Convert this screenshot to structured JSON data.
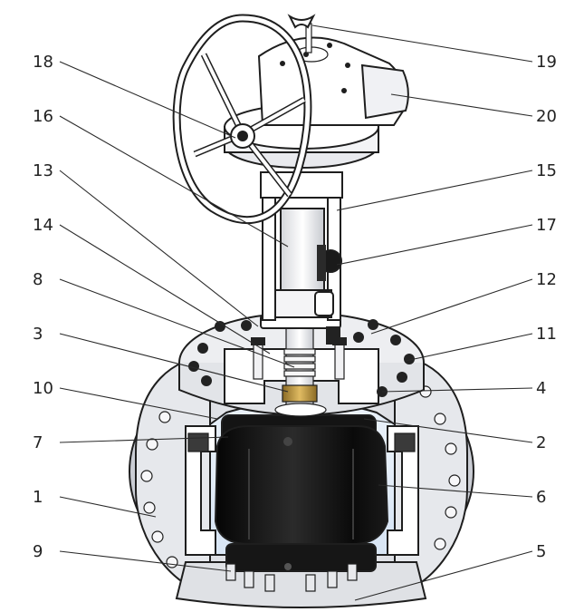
{
  "callouts": [
    {
      "id": "18",
      "label": "18"
    },
    {
      "id": "16",
      "label": "16"
    },
    {
      "id": "13",
      "label": "13"
    },
    {
      "id": "14",
      "label": "14"
    },
    {
      "id": "8",
      "label": "8"
    },
    {
      "id": "3",
      "label": "3"
    },
    {
      "id": "10",
      "label": "10"
    },
    {
      "id": "7",
      "label": "7"
    },
    {
      "id": "1",
      "label": "1"
    },
    {
      "id": "9",
      "label": "9"
    },
    {
      "id": "19",
      "label": "19"
    },
    {
      "id": "20",
      "label": "20"
    },
    {
      "id": "15",
      "label": "15"
    },
    {
      "id": "17",
      "label": "17"
    },
    {
      "id": "12",
      "label": "12"
    },
    {
      "id": "11",
      "label": "11"
    },
    {
      "id": "4",
      "label": "4"
    },
    {
      "id": "2",
      "label": "2"
    },
    {
      "id": "6",
      "label": "6"
    },
    {
      "id": "5",
      "label": "5"
    }
  ],
  "colors": {
    "outline": "#1e1e1e",
    "body_light": "#eceef2",
    "body_shade": "#c9ccd3",
    "cavity_blue": "#d9e6f5",
    "ball_dark": "#111111",
    "brass": "#c8a048",
    "text": "#222222"
  }
}
